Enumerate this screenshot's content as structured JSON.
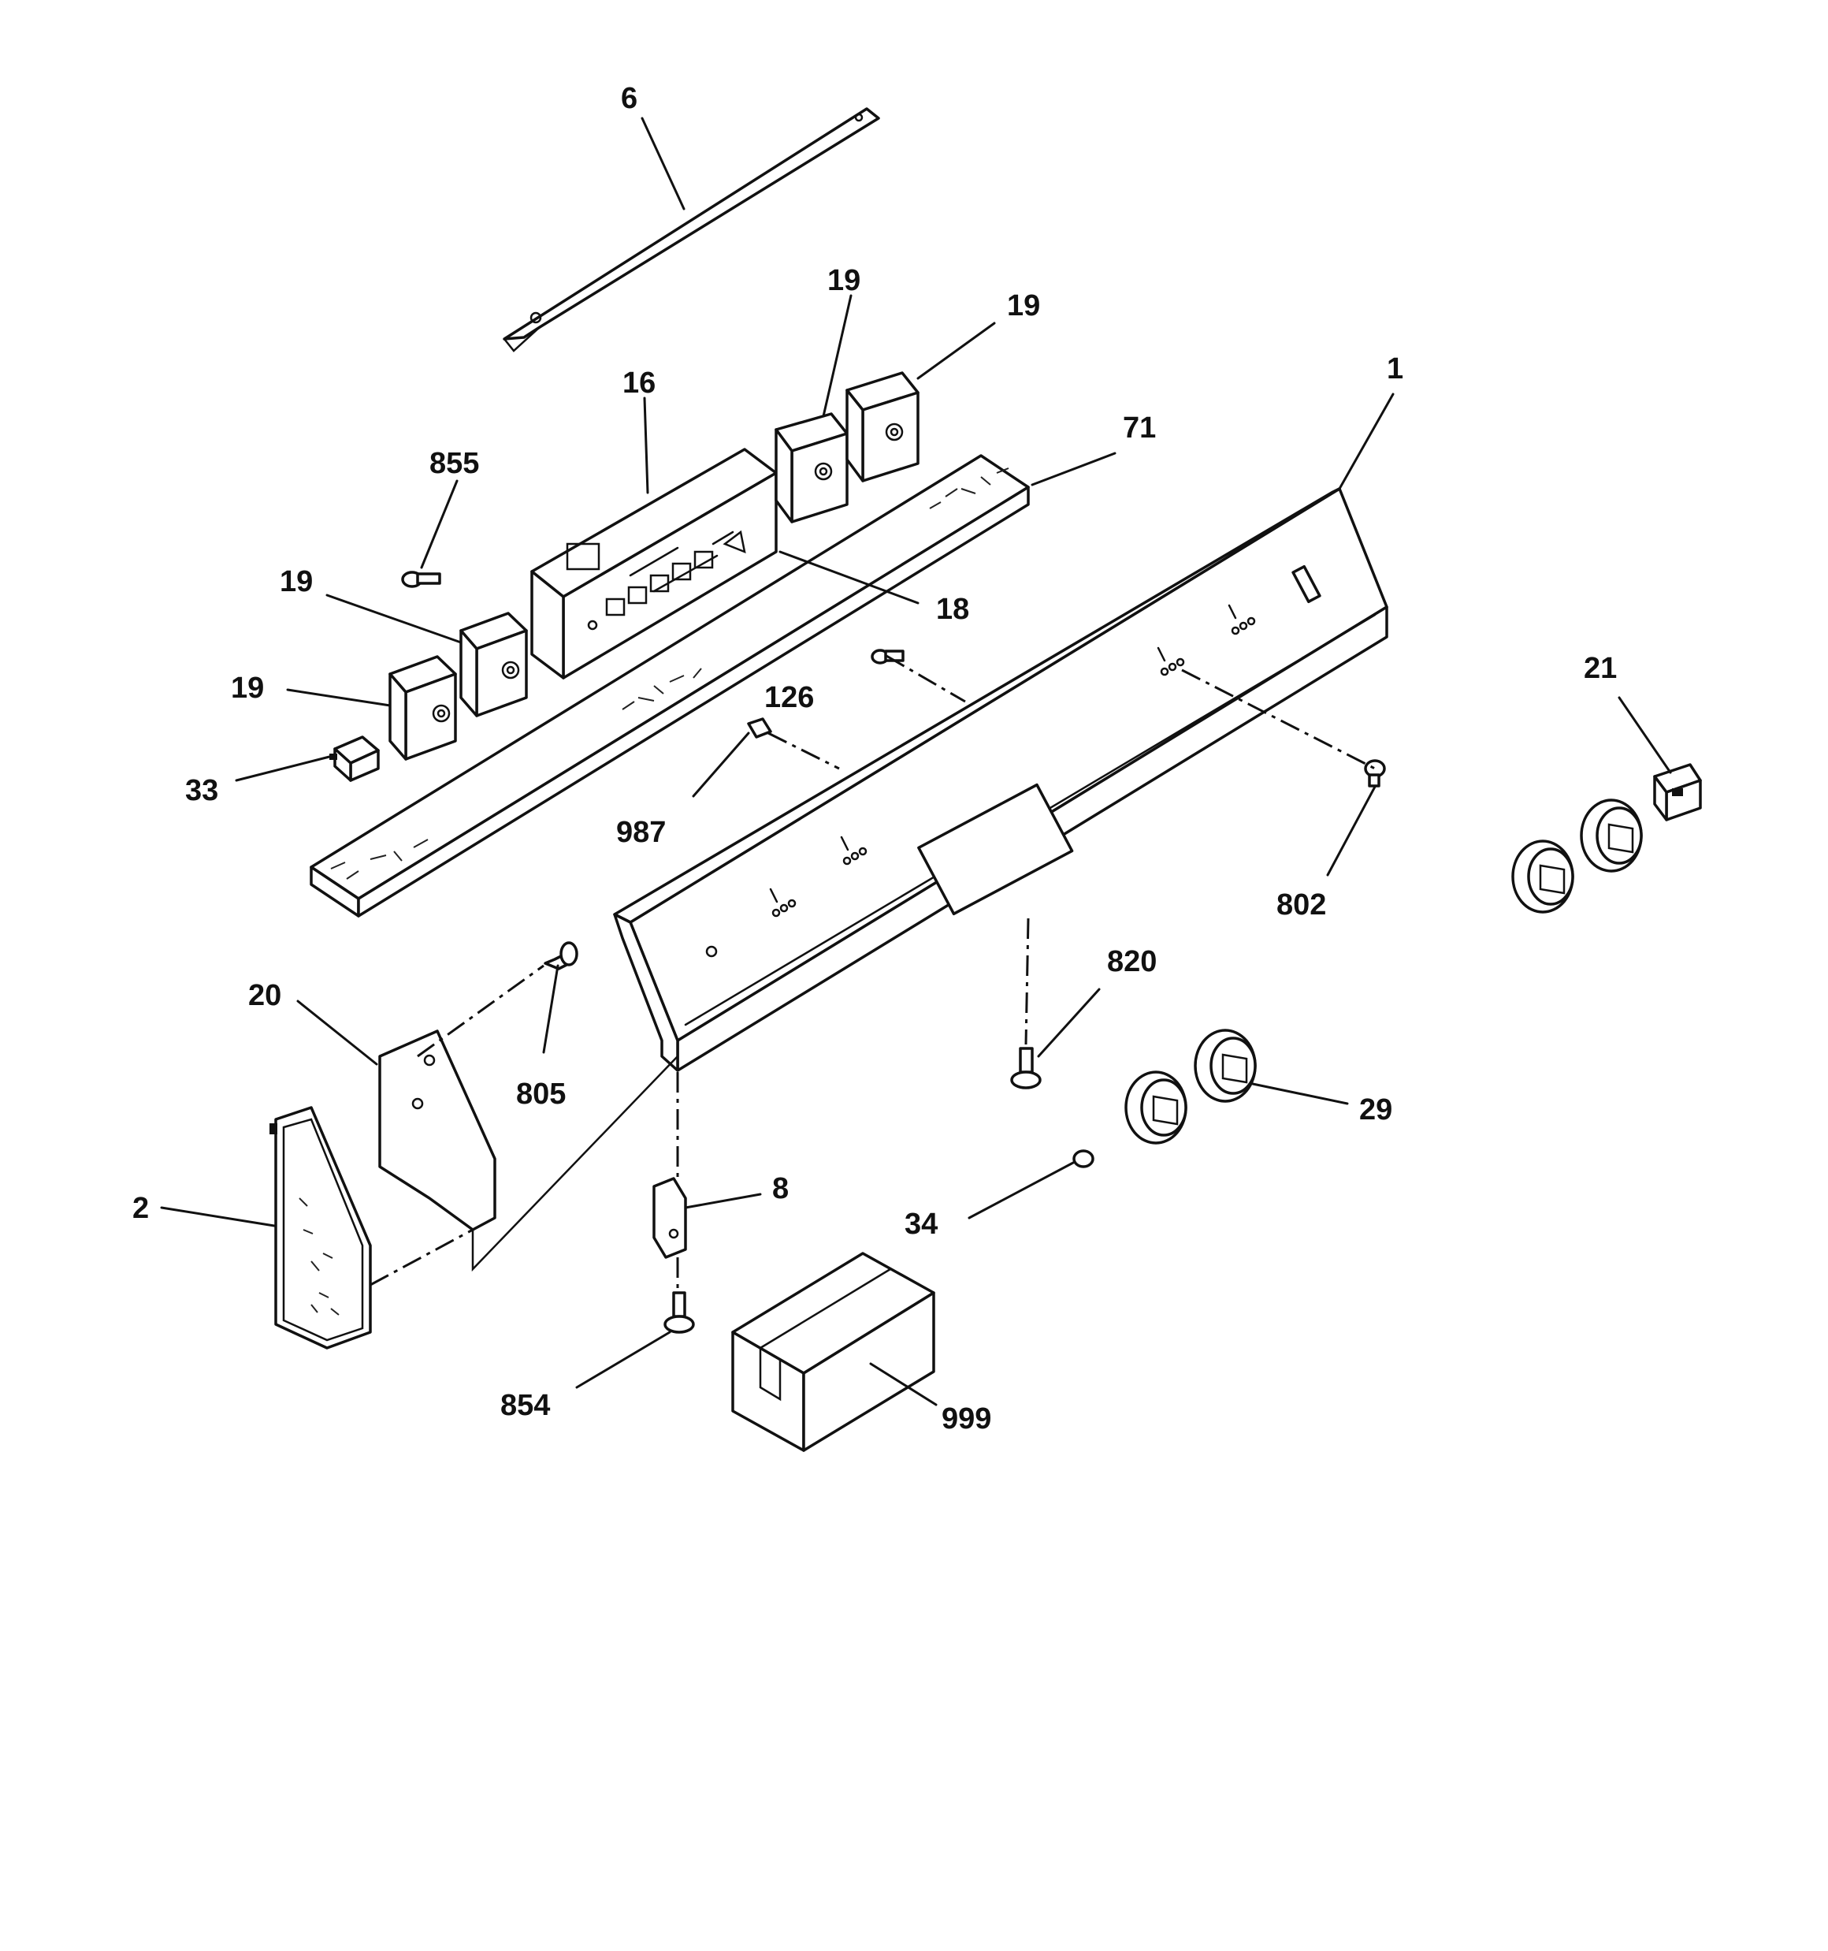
{
  "labels": {
    "l6": "6",
    "l19a": "19",
    "l19b": "19",
    "l16": "16",
    "l1": "1",
    "l71": "71",
    "l855": "855",
    "l18": "18",
    "l19c": "19",
    "l19d": "19",
    "l126": "126",
    "l21": "21",
    "l33": "33",
    "l987": "987",
    "l802": "802",
    "l20": "20",
    "l820": "820",
    "l805": "805",
    "l29": "29",
    "l2": "2",
    "l8": "8",
    "l34": "34",
    "l854": "854",
    "l999": "999"
  }
}
